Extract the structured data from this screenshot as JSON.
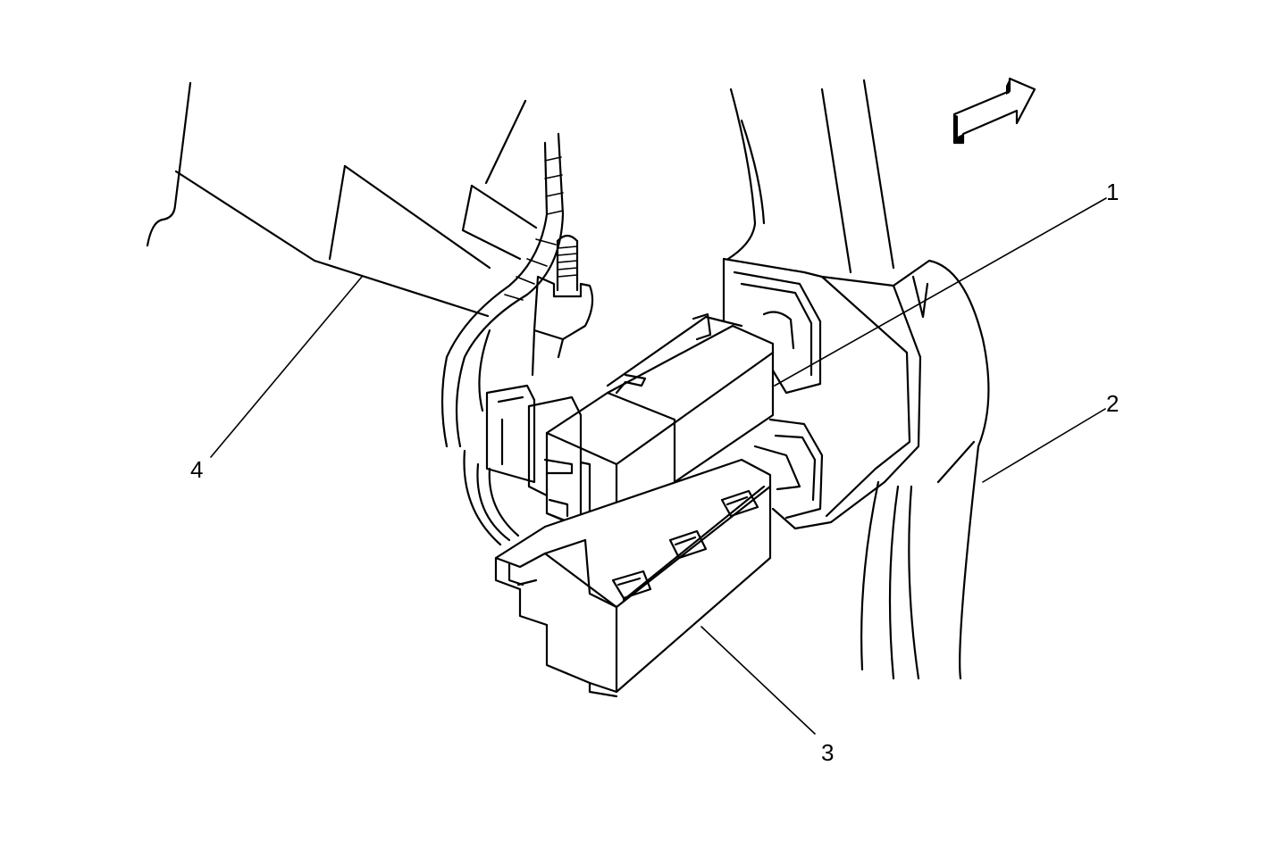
{
  "callouts": [
    {
      "id": "1",
      "label": "1"
    },
    {
      "id": "2",
      "label": "2"
    },
    {
      "id": "3",
      "label": "3"
    },
    {
      "id": "4",
      "label": "4"
    }
  ],
  "icons": {
    "direction_arrow": "forward-arrow-icon"
  },
  "colors": {
    "line": "#000000",
    "background": "#ffffff"
  }
}
